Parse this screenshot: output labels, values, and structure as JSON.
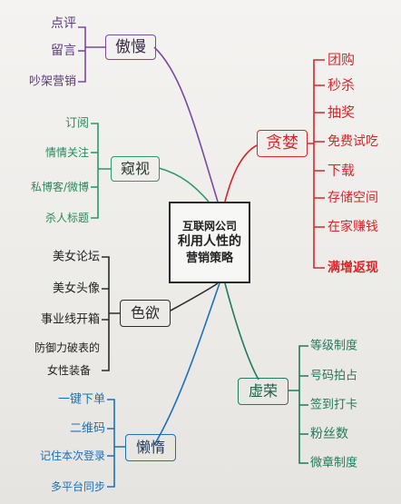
{
  "center": {
    "line1": "互联网公司",
    "line2": "利用人性的",
    "line3": "营销策略"
  },
  "branches": {
    "aomam": {
      "label": "傲慢",
      "color": "#7a4aa0",
      "items": [
        "点评",
        "留言",
        "吵架营销"
      ]
    },
    "kuishi": {
      "label": "窥视",
      "color": "#2a9a6a",
      "items": [
        "订阅",
        "情情关注",
        "私博客/微博",
        "杀人标题"
      ]
    },
    "tanlan": {
      "label": "贪婪",
      "color": "#d8262a",
      "items": [
        "团购",
        "秒杀",
        "抽奖",
        "免费试吃",
        "下载",
        "存储空间",
        "在家赚钱",
        "满增返现"
      ]
    },
    "seyu": {
      "label": "色欲",
      "color": "#2c2c2c",
      "items": [
        "美女论坛",
        "美女头像",
        "事业线开箱",
        "防御力破表的",
        "女性装备"
      ]
    },
    "xurong": {
      "label": "虚荣",
      "color": "#1f7a60",
      "items": [
        "等级制度",
        "号码拍占",
        "签到打卡",
        "粉丝数",
        "微章制度"
      ]
    },
    "landuo": {
      "label": "懒惰",
      "color": "#2070b8",
      "items": [
        "一键下单",
        "二维码",
        "记住本次登录",
        "多平台同步"
      ]
    }
  },
  "colors": {
    "center_line": "#333333"
  }
}
